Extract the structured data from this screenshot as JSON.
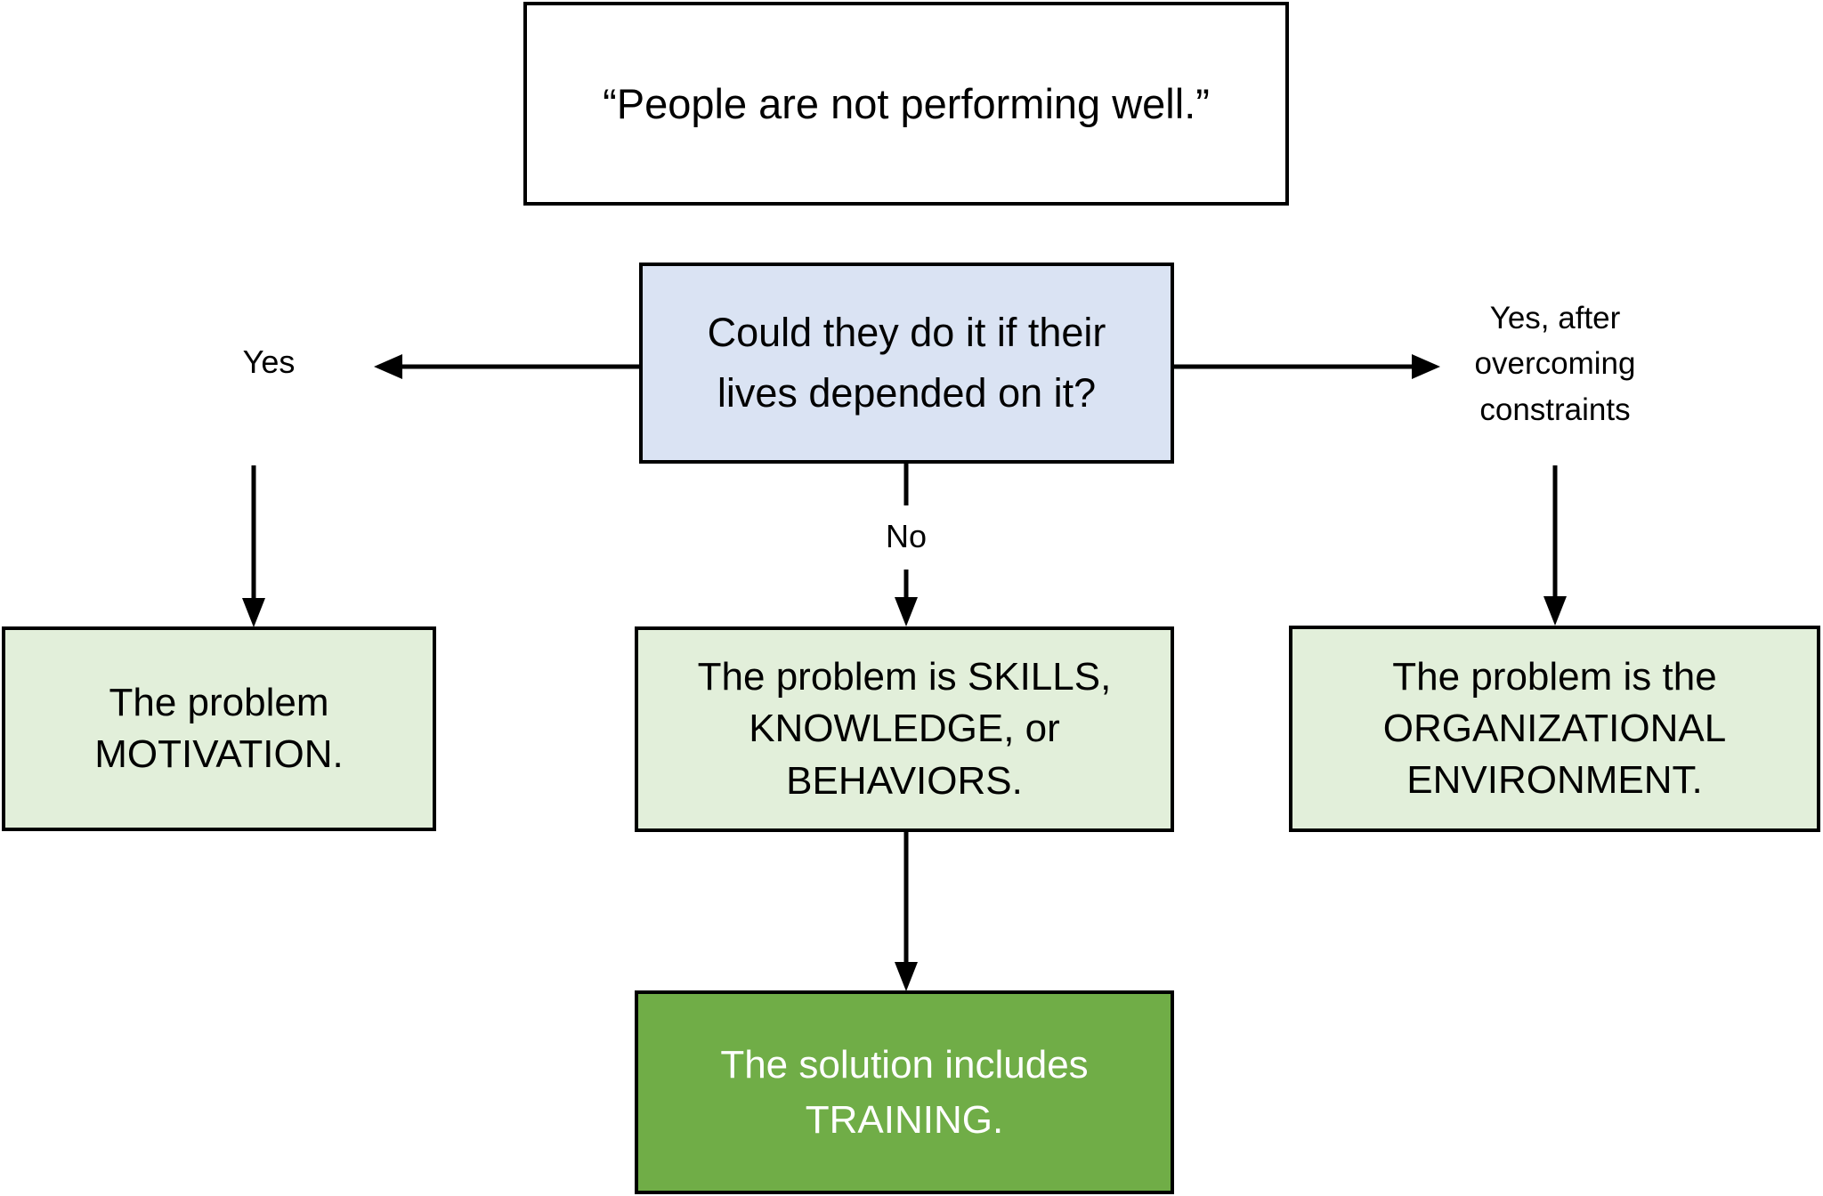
{
  "diagram": {
    "colors": {
      "background": "#ffffff",
      "border": "#000000",
      "question_fill": "#dae3f3",
      "outcome_fill": "#e2efda",
      "solution_fill": "#70ad47",
      "solution_text": "#ffffff",
      "text": "#000000"
    },
    "statement_box": {
      "text": "“People are not performing well.”"
    },
    "question_box": {
      "text": "Could they do it if their\nlives depended on it?"
    },
    "labels": {
      "yes": "Yes",
      "no": "No",
      "yes_after": "Yes, after\novercoming\nconstraints"
    },
    "outcome_boxes": {
      "motivation": {
        "text": "The problem\nMOTIVATION."
      },
      "skills": {
        "text": "The problem is SKILLS,\nKNOWLEDGE, or\nBEHAVIORS."
      },
      "environment": {
        "text": "The problem is the\nORGANIZATIONAL\nENVIRONMENT."
      }
    },
    "solution_box": {
      "text": "The solution includes\nTRAINING."
    }
  }
}
